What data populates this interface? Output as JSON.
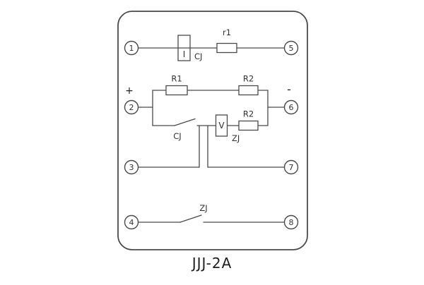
{
  "diagram": {
    "caption": "JJJ-2A",
    "terminals": {
      "t1": "1",
      "t2": "2",
      "t3": "3",
      "t4": "4",
      "t5": "5",
      "t6": "6",
      "t7": "7",
      "t8": "8"
    },
    "labels": {
      "current_coil_symbol": "I",
      "current_coil_name": "CJ",
      "series_resistor": "r1",
      "polarity_plus": "+",
      "polarity_minus": "-",
      "resistor_R1": "R1",
      "resistor_R2_top": "R2",
      "resistor_R2_bottom": "R2",
      "voltage_coil_symbol": "V",
      "voltage_coil_name": "ZJ",
      "cj_contact": "CJ",
      "zj_contact": "ZJ"
    },
    "colors": {
      "line": "#4a4a4a",
      "text": "#333333",
      "background": "#ffffff"
    }
  }
}
